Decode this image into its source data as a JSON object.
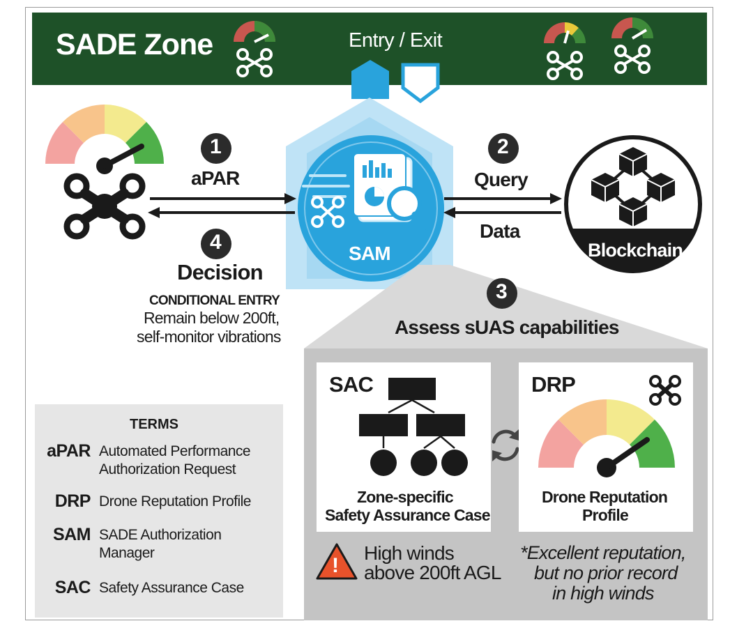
{
  "banner": {
    "title": "SADE Zone",
    "entry_exit": "Entry / Exit"
  },
  "steps": [
    {
      "number": "1",
      "label": "aPAR"
    },
    {
      "number": "2",
      "label": "Query"
    },
    {
      "number": "3",
      "label": "Assess sUAS capabilities"
    },
    {
      "number": "4",
      "label": "Decision"
    }
  ],
  "data_label": "Data",
  "sam_label": "SAM",
  "blockchain_label": "Blockchain",
  "decision": {
    "heading": "CONDITIONAL ENTRY",
    "line1": "Remain below 200ft,",
    "line2": "self-monitor vibrations"
  },
  "terms": {
    "heading": "TERMS",
    "items": [
      {
        "abbr": "aPAR",
        "definition": "Automated Performance\nAuthorization Request"
      },
      {
        "abbr": "DRP",
        "definition": "Drone Reputation Profile"
      },
      {
        "abbr": "SAM",
        "definition": "SADE Authorization\nManager"
      },
      {
        "abbr": "SAC",
        "definition": "Safety Assurance Case"
      }
    ]
  },
  "sac_card": {
    "title": "SAC",
    "caption_line1": "Zone-specific",
    "caption_line2": "Safety Assurance Case"
  },
  "drp_card": {
    "title": "DRP",
    "caption_line1": "Drone Reputation",
    "caption_line2": "Profile"
  },
  "warning": {
    "line1": "High winds",
    "line2": "above 200ft AGL",
    "symbol": "!"
  },
  "note": {
    "line1": "*Excellent reputation,",
    "line2": "but no prior record",
    "line3": "in high winds"
  },
  "colors": {
    "banner_green": "#1e5128",
    "sam_blue": "#29a3dc",
    "gauge_red": "#f3a3a0",
    "gauge_orange": "#f8c48b",
    "gauge_yellow": "#f3ea8e",
    "gauge_green": "#4fb04a",
    "warning_orange": "#e8522b"
  }
}
